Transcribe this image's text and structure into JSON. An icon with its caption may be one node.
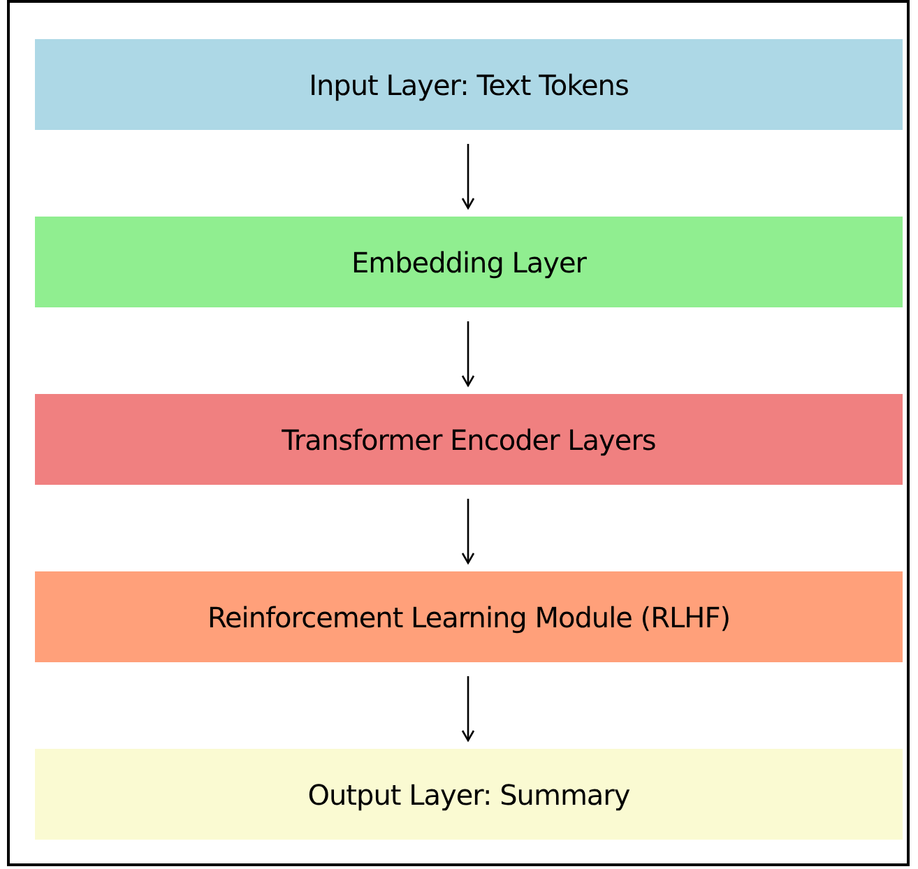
{
  "diagram": {
    "nodes": [
      {
        "text": [
          "Input Layer: Text Tokens"
        ]
      },
      {
        "text": [
          "Embedding Layer"
        ]
      },
      {
        "text": [
          "Transformer Encoder Layers"
        ]
      },
      {
        "text": [
          "Reinforcement Learning Module (RLHF)"
        ]
      },
      {
        "text": [
          "Output Layer: Summary"
        ]
      }
    ],
    "edges": [
      {
        "from": 0,
        "to": 1,
        "arrow": "to"
      },
      {
        "from": 1,
        "to": 2,
        "arrow": "to"
      },
      {
        "from": 2,
        "to": 3,
        "arrow": "to"
      },
      {
        "from": 3,
        "to": 4,
        "arrow": "to"
      }
    ]
  }
}
